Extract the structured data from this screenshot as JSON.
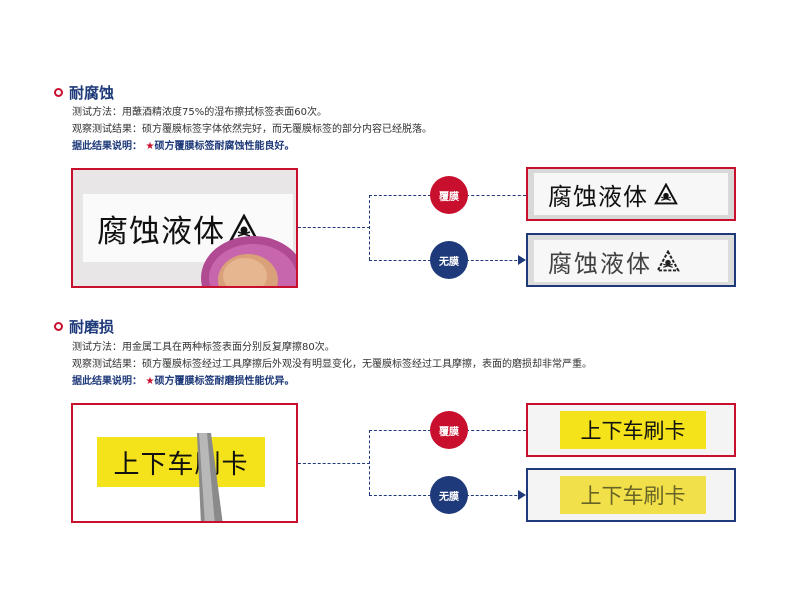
{
  "corrosion": {
    "title": "耐腐蚀",
    "method": "测试方法：用蘸酒精浓度75%的湿布擦拭标签表面60次。",
    "observation": "观察测试结果：硕方覆膜标签字体依然完好，而无覆膜标签的部分内容已经脱落。",
    "conclusion_prefix": "据此结果说明：",
    "star": "★",
    "conclusion": "硕方覆膜标签耐腐蚀性能良好。",
    "label_text": "腐蚀液体",
    "label_text_damaged": "腐蚀液体",
    "coated_badge": "覆膜",
    "uncoated_badge": "无膜"
  },
  "abrasion": {
    "title": "耐磨损",
    "method": "测试方法：用金属工具在两种标签表面分别反复摩擦80次。",
    "observation": "观察测试结果：硕方覆膜标签经过工具摩擦后外观没有明显变化，无覆膜标签经过工具摩擦，表面的磨损却非常严重。",
    "conclusion_prefix": "据此结果说明：",
    "star": "★",
    "conclusion": "硕方覆膜标签耐磨损性能优异。",
    "label_text": "上下车刷卡",
    "coated_badge": "覆膜",
    "uncoated_badge": "无膜"
  },
  "colors": {
    "red": "#c8102e",
    "navy": "#1f3a7a",
    "yellow": "#f4e21a"
  },
  "icons": [
    "ring-bullet-icon",
    "hazard-skull-icon"
  ]
}
